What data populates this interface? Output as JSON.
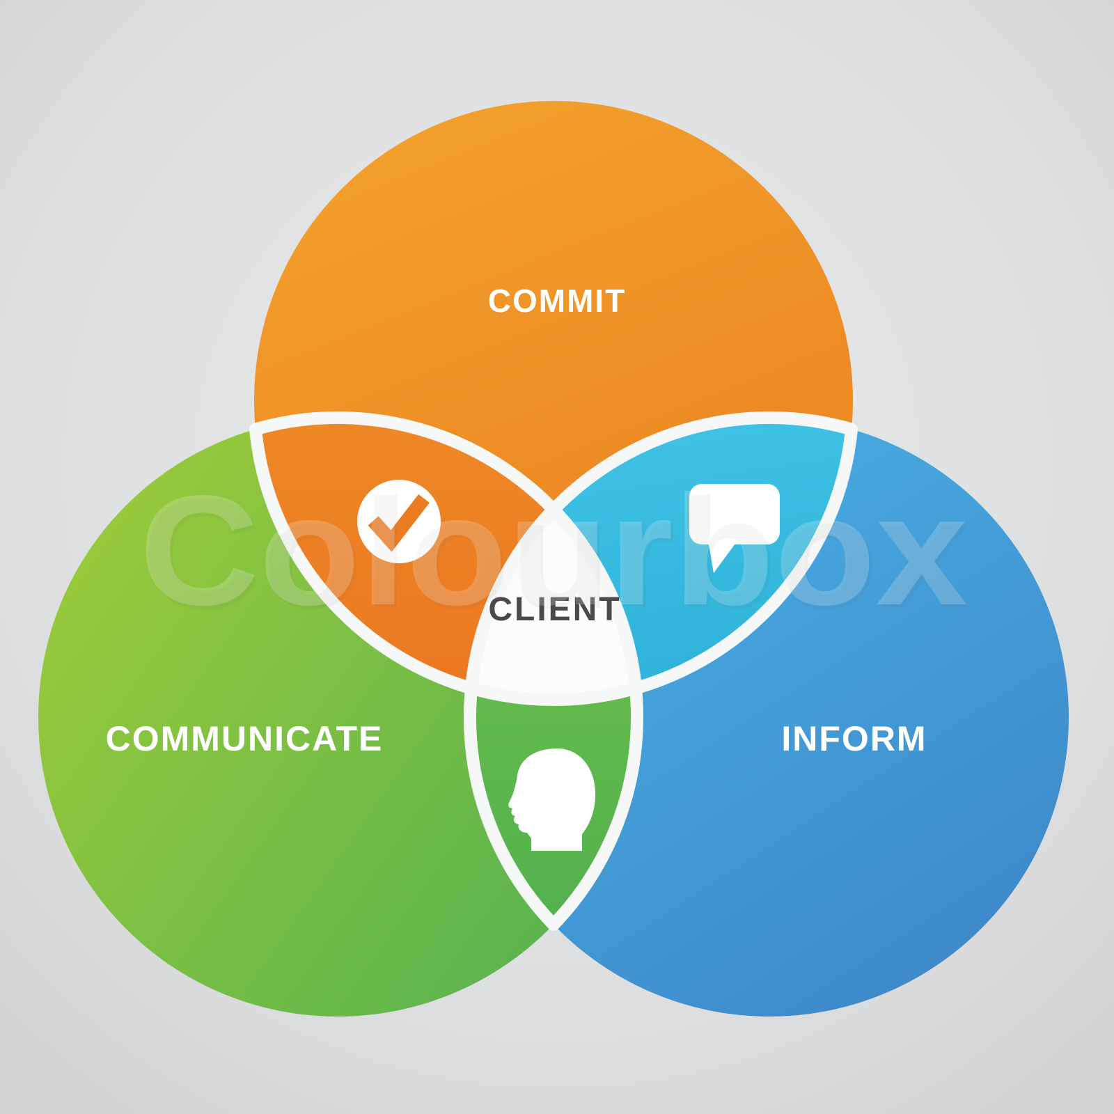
{
  "diagram": {
    "type": "venn-3-circle",
    "watermark": "Colourbox",
    "background_color": "#d9dbdd",
    "center": {
      "label": "CLIENT",
      "color": "#fbfcfc",
      "text_color": "#4a4a4c"
    },
    "sets": [
      {
        "id": "commit",
        "label": "COMMIT",
        "position": "top",
        "color": "#f0932c",
        "label_color": "#ffffff"
      },
      {
        "id": "communicate",
        "label": "COMMUNICATE",
        "position": "bottom-left",
        "color": "#8ac43e",
        "label_color": "#ffffff"
      },
      {
        "id": "inform",
        "label": "INFORM",
        "position": "bottom-right",
        "color": "#47a5dd",
        "label_color": "#ffffff"
      }
    ],
    "overlaps": [
      {
        "sets": [
          "commit",
          "communicate"
        ],
        "color": "#ed7d23",
        "icon": "check-icon"
      },
      {
        "sets": [
          "commit",
          "inform"
        ],
        "color": "#3cc0e3",
        "icon": "speech-bubble-icon"
      },
      {
        "sets": [
          "communicate",
          "inform"
        ],
        "color": "#63ba4d",
        "icon": "head-profile-icon"
      },
      {
        "sets": [
          "commit",
          "communicate",
          "inform"
        ],
        "color": "#fbfcfc",
        "label": "CLIENT"
      }
    ]
  }
}
